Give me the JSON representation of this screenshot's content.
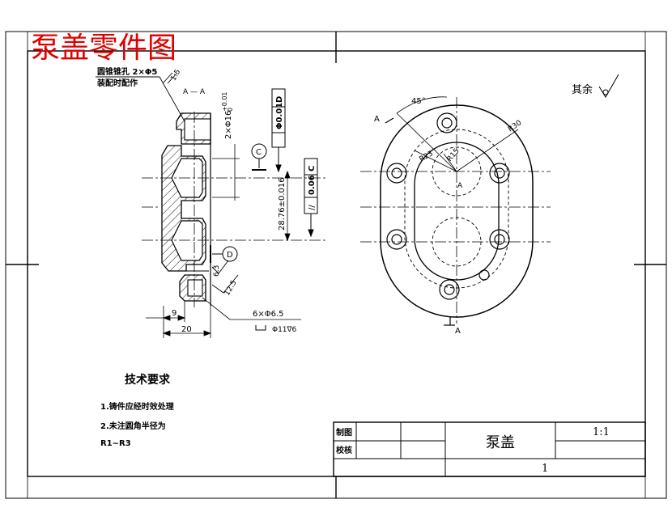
{
  "title": "泵盖零件图",
  "title_color": "#e00000",
  "roughness_other": "其余",
  "section_view": {
    "section_label": "A — A",
    "note_line1": "圆锥锥孔 2×Φ5",
    "note_line2": "装配时配作",
    "slope_label": "1:5",
    "dim_hole_vertical": "2×Φ16",
    "dim_hole_tol_upper": "+0.01",
    "dim_hole_tol_lower": "0",
    "flatness_tol": "Φ0.01",
    "flatness_datum": "D",
    "datum_c": "C",
    "datum_d": "D",
    "parallel_tol": "0.06",
    "parallel_datum": "C",
    "parallel_symbol": "//",
    "center_dist": "28.76±0.016",
    "dim_6_3": "6.3",
    "dim_12_5": "12.5",
    "dim_9": "9",
    "dim_20": "20",
    "holes_note": "6×Φ6.5",
    "counterbore_note": "Φ11∇6"
  },
  "top_view": {
    "angle_label": "45°",
    "r30": "R30",
    "r15": "R15",
    "r23": "R23",
    "section_marker": "A",
    "center_a": "A"
  },
  "tech_req": {
    "heading": "技术要求",
    "item1": "1.铸件应经时效处理",
    "item2": "2.未注圆角半径为",
    "item3": "R1~R3"
  },
  "title_block": {
    "drawn_label": "制图",
    "checked_label": "校核",
    "part_name": "泵盖",
    "scale": "1:1",
    "sheet": "1"
  }
}
